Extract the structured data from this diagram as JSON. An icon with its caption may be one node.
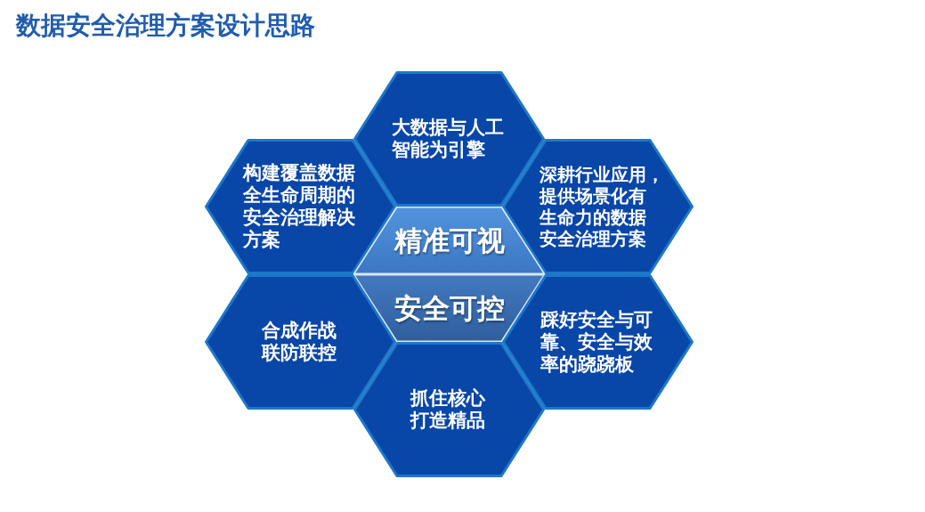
{
  "diagram": {
    "title": "数据安全治理方案设计思路",
    "nodes": [
      {
        "text": [
          "大数据与人工智能为引擎"
        ]
      },
      {
        "text": [
          "构建覆盖数据全生命周期的安全治理解决方案"
        ]
      },
      {
        "text": [
          "深耕行业应用，提供场景化有生命力的数据安全治理方案"
        ]
      },
      {
        "text": [
          "精准可视"
        ]
      },
      {
        "text": [
          "安全可控"
        ]
      },
      {
        "text": [
          "合成作战联防联控"
        ]
      },
      {
        "text": [
          "踩好安全与可靠、安全与效率的跷跷板"
        ]
      },
      {
        "text": [
          "抓住核心打造精品"
        ]
      }
    ]
  }
}
